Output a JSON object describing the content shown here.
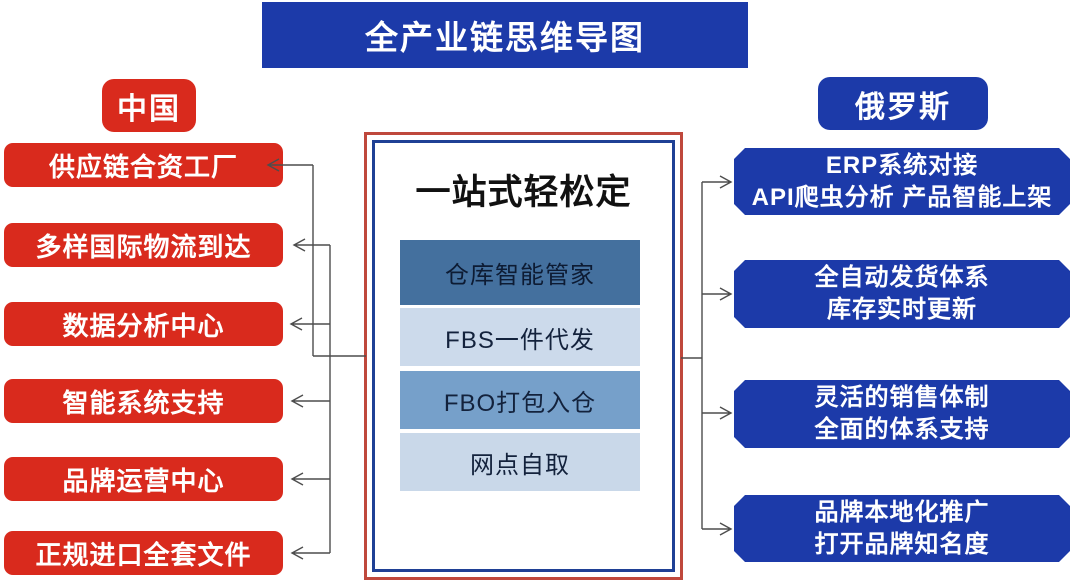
{
  "title": "全产业链思维导图",
  "left_group": {
    "label": "中国",
    "items": [
      {
        "label": "供应链合资工厂"
      },
      {
        "label": "多样国际物流到达"
      },
      {
        "label": "数据分析中心"
      },
      {
        "label": "智能系统支持"
      },
      {
        "label": "品牌运营中心"
      },
      {
        "label": "正规进口全套文件"
      }
    ]
  },
  "center": {
    "title": "一站式轻松定",
    "bars": [
      {
        "label": "仓库智能管家",
        "color": "#44709e"
      },
      {
        "label": "FBS一件代发",
        "color": "#ccdaeb"
      },
      {
        "label": "FBO打包入仓",
        "color": "#76a0ca"
      },
      {
        "label": "网点自取",
        "color": "#c9d8e9"
      }
    ]
  },
  "right_group": {
    "label": "俄罗斯",
    "items": [
      {
        "line1": "ERP系统对接",
        "line2": "API爬虫分析 产品智能上架"
      },
      {
        "line1": "全自动发货体系",
        "line2": "库存实时更新"
      },
      {
        "line1": "灵活的销售体制",
        "line2": "全面的体系支持"
      },
      {
        "line1": "品牌本地化推广",
        "line2": "打开品牌知名度"
      }
    ]
  },
  "colors": {
    "node_red": "#d92a1d",
    "node_blue": "#1c3aa9",
    "center_border_red": "#bf483c",
    "center_border_blue": "#1f4095",
    "connector": "#4d4d4d"
  }
}
